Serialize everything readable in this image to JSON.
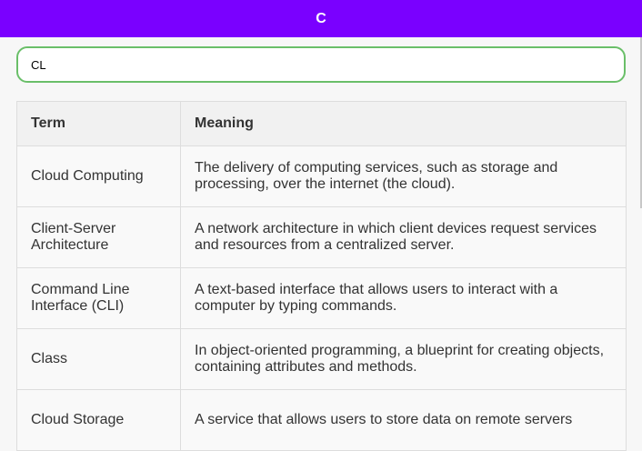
{
  "header": {
    "title": "C"
  },
  "search": {
    "value": "CL",
    "placeholder": ""
  },
  "table": {
    "headers": {
      "term": "Term",
      "meaning": "Meaning"
    },
    "rows": [
      {
        "term": "Cloud Computing",
        "meaning": "The delivery of computing services, such as storage and processing, over the internet (the cloud)."
      },
      {
        "term": "Client-Server Architecture",
        "meaning": "A network architecture in which client devices request services and resources from a centralized server."
      },
      {
        "term": "Command Line Interface (CLI)",
        "meaning": "A text-based interface that allows users to interact with a computer by typing commands."
      },
      {
        "term": "Class",
        "meaning": "In object-oriented programming, a blueprint for creating objects, containing attributes and methods."
      },
      {
        "term": "Cloud Storage",
        "meaning": "A service that allows users to store data on remote servers"
      }
    ]
  },
  "colors": {
    "header_bg": "#7a00ff",
    "search_border": "#6abf69",
    "table_header_bg": "#f1f1f1",
    "table_row_bg": "#f9f9f9"
  }
}
